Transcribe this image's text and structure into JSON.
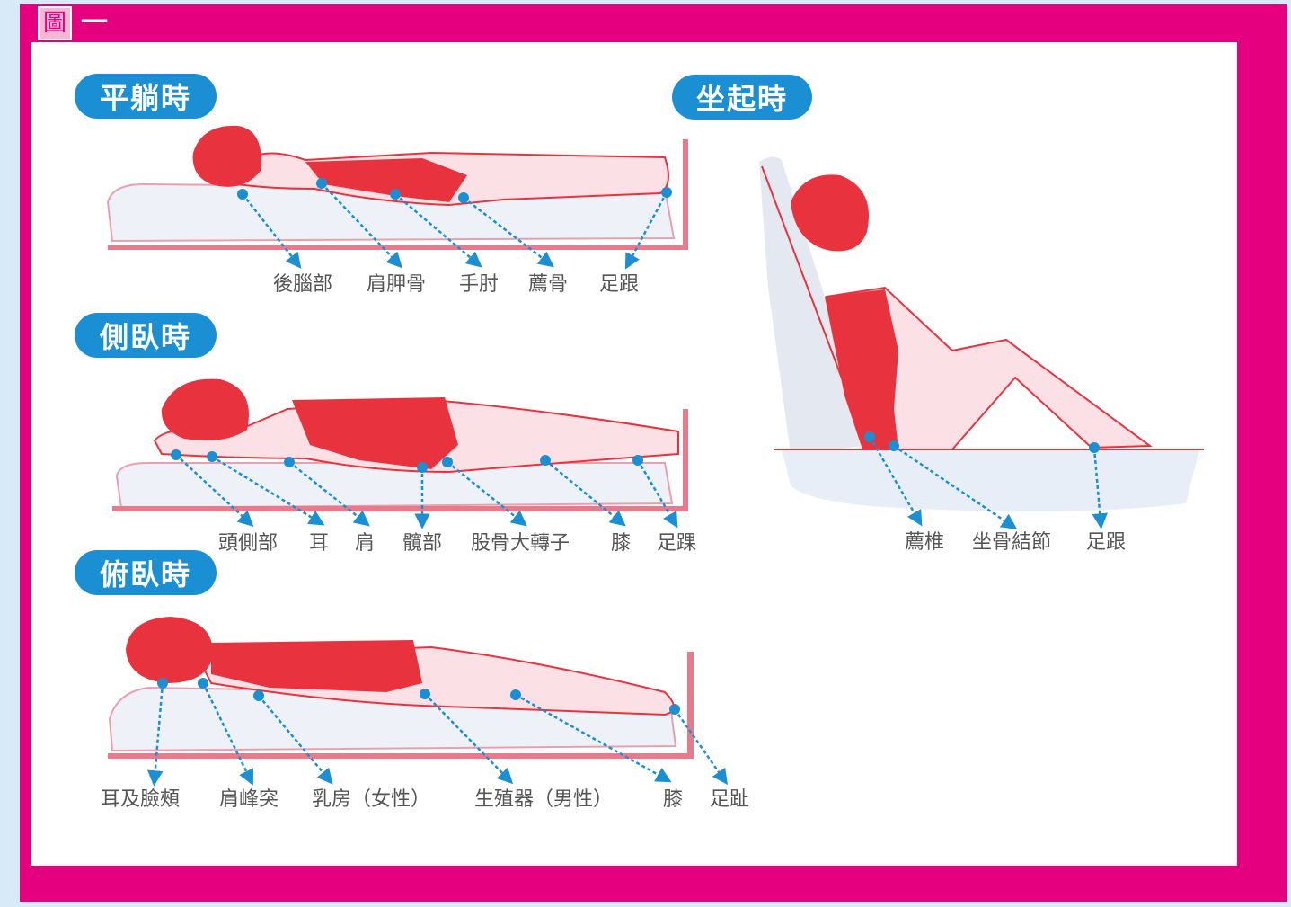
{
  "figure": {
    "title_char": "圖",
    "title_dash": "一"
  },
  "postures": {
    "supine": {
      "title": "平躺時",
      "labels": [
        "後腦部",
        "肩胛骨",
        "手肘",
        "薦骨",
        "足跟"
      ]
    },
    "side": {
      "title": "側臥時",
      "labels": [
        "頭側部",
        "耳",
        "肩",
        "髖部",
        "股骨大轉子",
        "膝",
        "足踝"
      ]
    },
    "prone": {
      "title": "俯臥時",
      "labels": [
        "耳及臉頰",
        "肩峰突",
        "乳房（女性）",
        "生殖器（男性）",
        "膝",
        "足趾"
      ]
    },
    "sitting": {
      "title": "坐起時",
      "labels": [
        "薦椎",
        "坐骨結節",
        "足跟"
      ]
    }
  },
  "colors": {
    "frame": "#e4007f",
    "pill": "#1a8fd4",
    "body": "#e8333f",
    "skin": "#f7c7cf",
    "arrow": "#1a8fd4"
  }
}
